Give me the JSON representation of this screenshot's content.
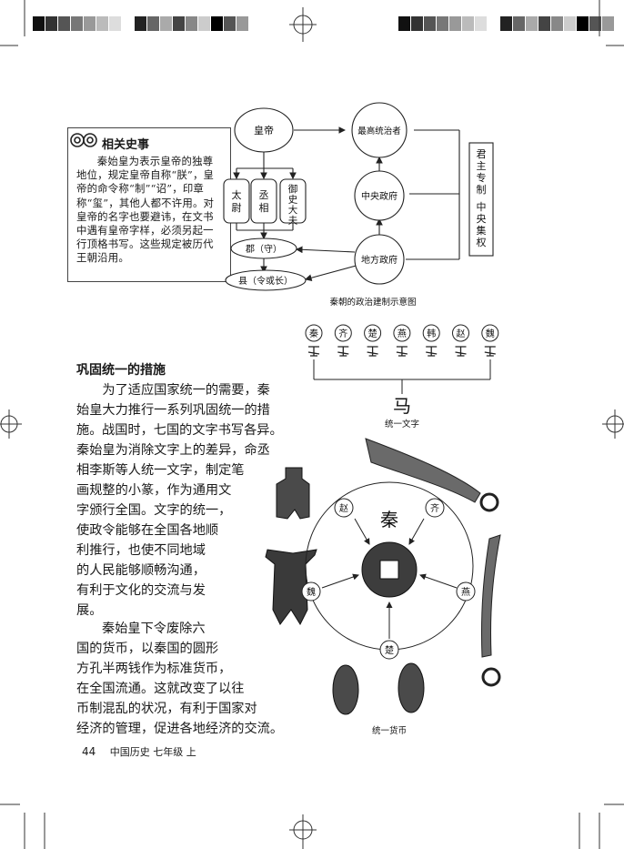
{
  "sidebar": {
    "title": "相关史事",
    "text": "秦始皇为表示皇帝的独尊地位，规定皇帝自称“朕”，皇帝的命令称“制”“诏”，印章称“玺”，其他人都不许用。对皇帝的名字也要避讳，在文书中遇有皇帝字样，必须另起一行顶格书写。这些规定被历代王朝沿用。"
  },
  "diagram": {
    "huangdi": "皇帝",
    "zuigao": "最高统治者",
    "taiwei": "太尉",
    "chengxiang": "丞相",
    "yushi": "御史大夫",
    "zhongyang": "中央政府",
    "jun": "郡（守）",
    "difang": "地方政府",
    "xian": "县（令或长）",
    "junzhu": "君主专制",
    "zhongyangjiquan": "中央集权",
    "caption": "秦朝的政治建制示意图"
  },
  "scripts": {
    "states": [
      "秦",
      "齐",
      "楚",
      "燕",
      "韩",
      "赵",
      "魏"
    ],
    "center_glyph": "马",
    "caption": "统一文字"
  },
  "currency": {
    "center": "秦",
    "states": [
      "赵",
      "齐",
      "魏",
      "燕",
      "楚"
    ],
    "caption": "统一货币"
  },
  "section": {
    "heading": "巩固统一的措施",
    "p1": "为了适应国家统一的需要，秦始皇大力推行一系列巩固统一的措施。",
    "p2_lines": [
      "战国时，七国的文字书写各异。",
      "秦始皇为消除文字上的差异，命丞",
      "相李斯等人统一文字，制定笔",
      "画规整的小篆，作为通用文",
      "字颁行全国。文字的统一，",
      "使政令能够在全国各地顺",
      "利推行，也使不同地域",
      "的人民能够顺畅沟通，",
      "有利于文化的交流与发",
      "展。"
    ],
    "p3_lines": [
      "秦始皇下令废除六",
      "国的货币，以秦国的圆形",
      "方孔半两钱作为标准货币，",
      "在全国流通。这就改变了以往",
      "币制混乱的状况，有利于国家对",
      "经济的管理，促进各地经济的交流。"
    ]
  },
  "footer": {
    "page": "44",
    "book": "中国历史 七年级 上"
  }
}
